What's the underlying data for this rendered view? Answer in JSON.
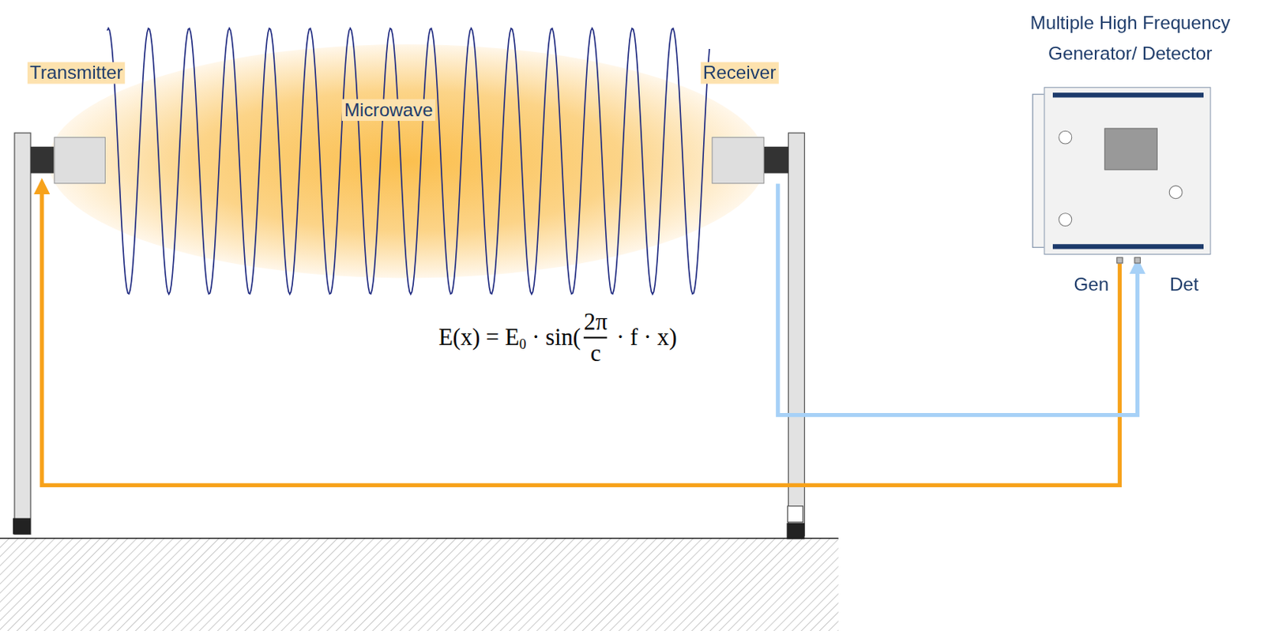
{
  "diagram": {
    "nodes": [
      {
        "text": [
          "Transmitter"
        ]
      },
      {
        "text": [
          "Receiver"
        ]
      },
      {
        "text": [
          "Multiple High Frequency Generator/ Detector"
        ]
      },
      {
        "text": [
          "Gen"
        ],
        "in": 2
      },
      {
        "text": [
          "Det"
        ],
        "in": 2
      }
    ],
    "edges": [
      {
        "from": 3,
        "to": 0,
        "arrow": "to"
      },
      {
        "from": 1,
        "to": 4,
        "arrow": "to"
      }
    ],
    "labels": [
      "Microwave",
      "E(x) = E",
      "0",
      " · sin(",
      "2π",
      "c",
      " · f · x)"
    ]
  }
}
